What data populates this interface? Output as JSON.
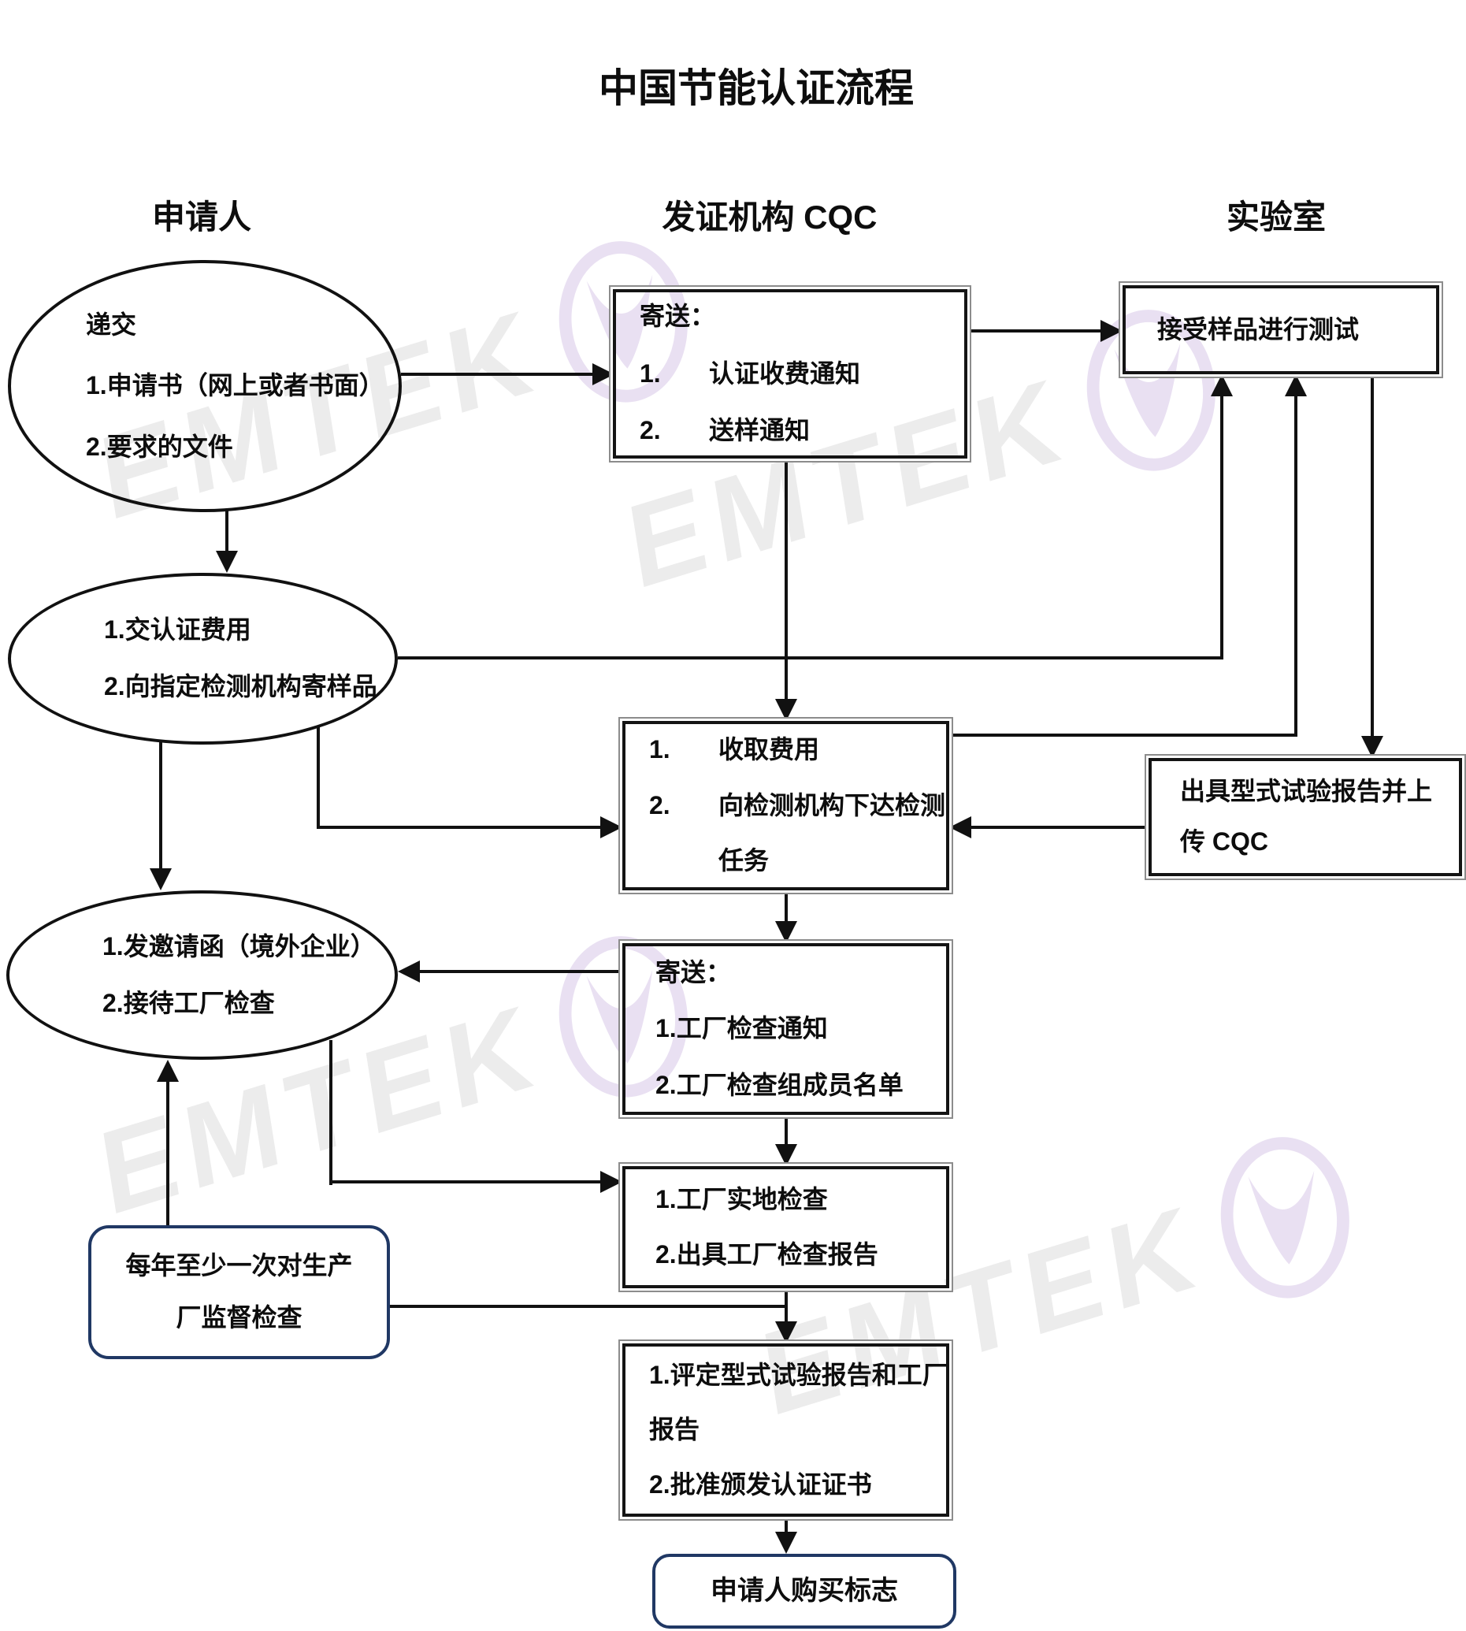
{
  "title": "中国节能认证流程",
  "columns": {
    "applicant": "申请人",
    "issuer": "发证机构 CQC",
    "lab": "实验室"
  },
  "nodes": {
    "submit": {
      "l1": "递交",
      "l2": "1.申请书（网上或者书面）",
      "l3": "2.要求的文件"
    },
    "notify1": {
      "head": "寄送：",
      "items": [
        {
          "n": "1.",
          "t": "认证收费通知"
        },
        {
          "n": "2.",
          "t": "送样通知"
        }
      ]
    },
    "labTest": {
      "l1": "接受样品进行测试"
    },
    "paySend": {
      "l1": "1.交认证费用",
      "l2": "2.向指定检测机构寄样品"
    },
    "chargeAssign": {
      "items": [
        {
          "n": "1.",
          "t": "收取费用"
        },
        {
          "n": "2.",
          "t": "向检测机构下达检测"
        }
      ],
      "cont": "任务"
    },
    "labReport": {
      "l1": "出具型式试验报告并上",
      "l2": "传 CQC"
    },
    "invite": {
      "l1": "1.发邀请函（境外企业）",
      "l2": "2.接待工厂检查"
    },
    "notify2": {
      "head": "寄送：",
      "l1": "1.工厂检查通知",
      "l2": "2.工厂检查组成员名单"
    },
    "factoryInspect": {
      "l1": "1.工厂实地检查",
      "l2": "2.出具工厂检查报告"
    },
    "annual": {
      "l1": "每年至少一次对生产",
      "l2": "厂监督检查"
    },
    "evaluate": {
      "l1": "1.评定型式试验报告和工厂",
      "l2": "报告",
      "l3": "2.批准颁发认证证书"
    },
    "buyMark": {
      "l1": "申请人购买标志"
    }
  },
  "watermark": {
    "text": "EMTEK",
    "letter_color": "#ececec",
    "logo_color": "#e9e0f2"
  },
  "colors": {
    "line": "#111111",
    "box_border": "#141414",
    "box_outer_border": "#8c8c8c",
    "navy_border": "#203864",
    "background": "#ffffff"
  }
}
